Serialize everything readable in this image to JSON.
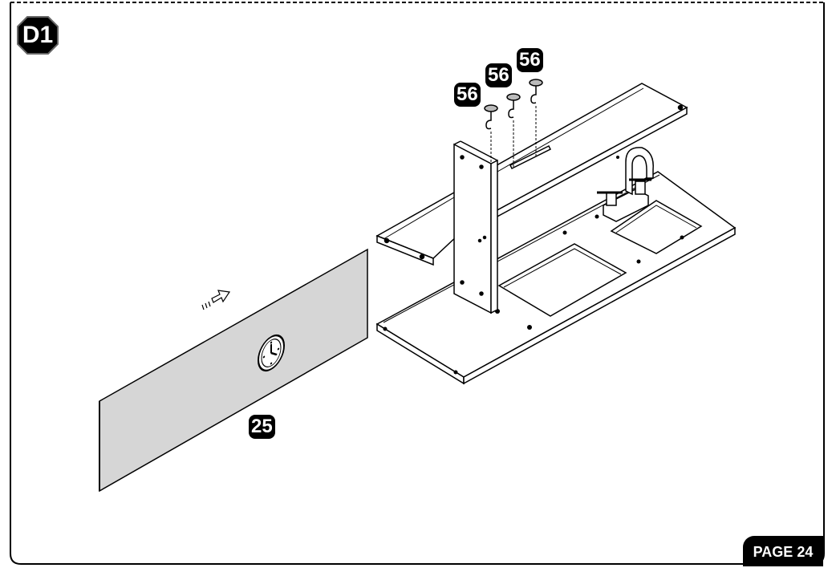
{
  "step": "D1",
  "parts": {
    "hook_a": "56",
    "hook_b": "56",
    "hook_c": "56",
    "panel": "25"
  },
  "page": "PAGE 24",
  "colors": {
    "badge": "#000000",
    "panel_fill": "#d4d4d4",
    "line": "#000000"
  }
}
